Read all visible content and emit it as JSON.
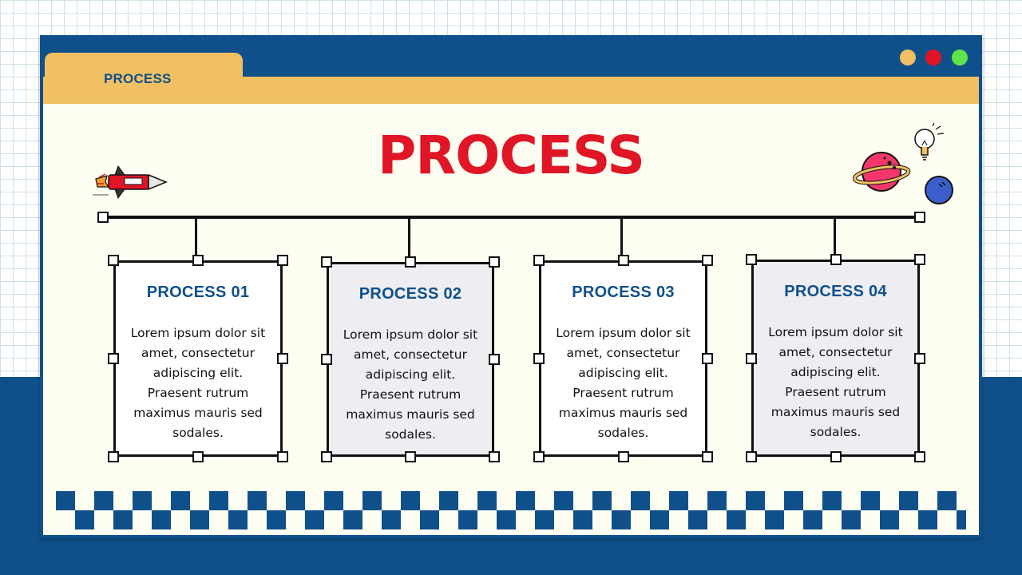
{
  "window": {
    "tab_label": "PROCESS",
    "controls": [
      {
        "name": "minimize-dot",
        "color": "#f0c062"
      },
      {
        "name": "close-dot",
        "color": "#e01525"
      },
      {
        "name": "maximize-dot",
        "color": "#5ee34a"
      }
    ]
  },
  "slide": {
    "title": "PROCESS",
    "cards": [
      {
        "title": "PROCESS 01",
        "body": "Lorem ipsum dolor sit amet, consectetur adipiscing elit. Praesent rutrum maximus mauris sed sodales.",
        "fill": "#ffffff"
      },
      {
        "title": "PROCESS 02",
        "body": "Lorem ipsum dolor sit amet, consectetur adipiscing elit. Praesent rutrum maximus mauris sed sodales.",
        "fill": "#eeedf2"
      },
      {
        "title": "PROCESS 03",
        "body": "Lorem ipsum dolor sit amet, consectetur adipiscing elit. Praesent rutrum maximus mauris sed sodales.",
        "fill": "#ffffff"
      },
      {
        "title": "PROCESS 04",
        "body": "Lorem ipsum dolor sit amet, consectetur adipiscing elit. Praesent rutrum maximus mauris sed sodales.",
        "fill": "#eeedf2"
      }
    ]
  },
  "icons": [
    "rocket-icon",
    "planet-icon",
    "lightbulb-icon",
    "moon-icon"
  ],
  "colors": {
    "brand_blue": "#10508a",
    "accent_yellow": "#f0c062",
    "title_red": "#e01525",
    "paper": "#fdfdf2"
  }
}
